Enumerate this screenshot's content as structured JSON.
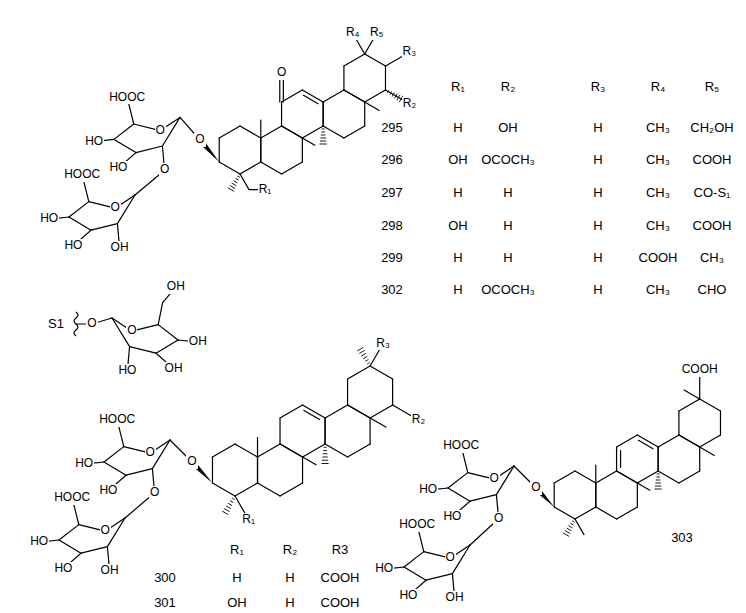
{
  "diagram": {
    "labels": [
      "HOOC",
      "O",
      "HO",
      "HO",
      "O",
      "HOOC",
      "O",
      "HO",
      "HO",
      "OH",
      "O",
      "O",
      "R₁",
      "R₂",
      "R₃",
      "R₄",
      "R₅",
      "R₁",
      "R₂",
      "R₃",
      "R₄",
      "R₅",
      "295",
      "H",
      "OH",
      "H",
      "CH₃",
      "CH₂OH",
      "296",
      "OH",
      "OCOCH₃",
      "H",
      "CH₃",
      "COOH",
      "297",
      "H",
      "H",
      "H",
      "CH₃",
      "CO-S₁",
      "298",
      "OH",
      "H",
      "H",
      "CH₃",
      "COOH",
      "299",
      "H",
      "H",
      "H",
      "COOH",
      "CH₃",
      "302",
      "H",
      "OCOCH₃",
      "H",
      "CH₃",
      "CHO",
      "S1",
      "O",
      "O",
      "OH",
      "OH",
      "OH",
      "HO",
      "HOOC",
      "O",
      "HO",
      "HO",
      "O",
      "HOOC",
      "O",
      "HO",
      "HO",
      "OH",
      "O",
      "R₁",
      "R₂",
      "R₃",
      "R₁",
      "R₂",
      "R3",
      "300",
      "H",
      "H",
      "COOH",
      "301",
      "OH",
      "H",
      "COOH",
      "HOOC",
      "O",
      "HO",
      "HO",
      "O",
      "HOOC",
      "O",
      "HO",
      "HO",
      "OH",
      "O",
      "COOH",
      "303"
    ]
  }
}
